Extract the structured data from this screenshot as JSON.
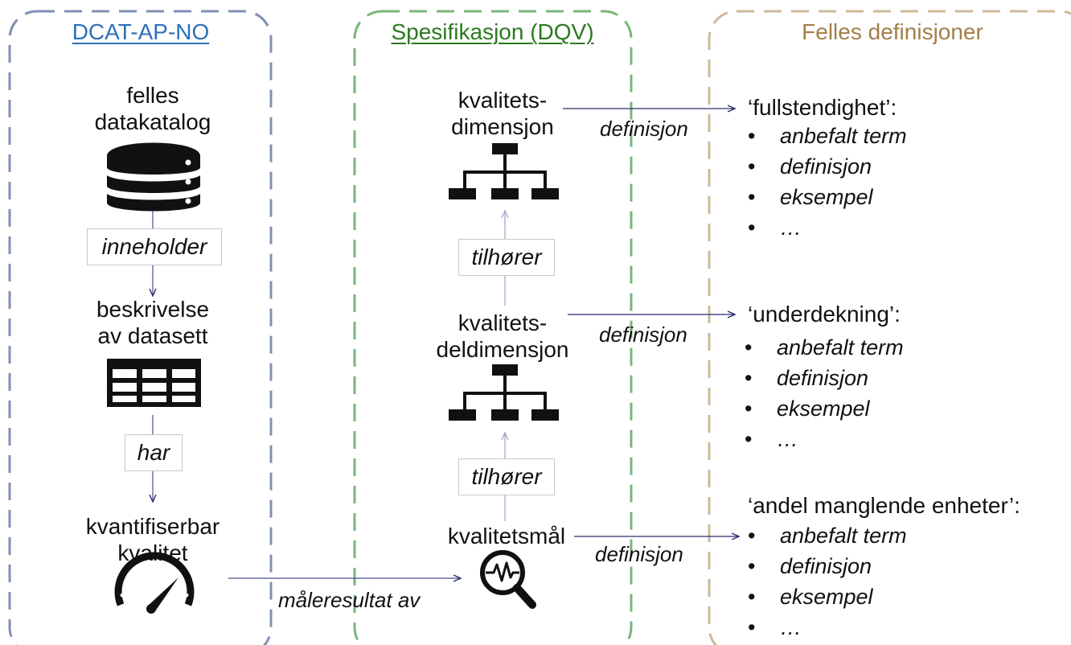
{
  "columns": {
    "dcat": {
      "title": "DCAT-AP-NO",
      "color": "#2e6fb7",
      "border": "#8090b4"
    },
    "spec": {
      "title": "Spesifikasjon (DQV)",
      "color": "#2b7a1f",
      "border": "#7ab57a"
    },
    "defs": {
      "title": "Felles definisjoner",
      "color": "#a37e48",
      "border": "#cdb99a"
    }
  },
  "dcat_nodes": {
    "catalog": {
      "line1": "felles",
      "line2": "datakatalog",
      "icon": "database-icon"
    },
    "dataset": {
      "line1": "beskrivelse",
      "line2": "av datasett",
      "icon": "table-icon"
    },
    "quality": {
      "line1": "kvantifiserbar",
      "line2": "kvalitet",
      "icon": "gauge-icon"
    }
  },
  "dcat_edges": {
    "contains": "inneholder",
    "has": "har"
  },
  "spec_nodes": {
    "dimension": {
      "line1": "kvalitets-",
      "line2": "dimensjon",
      "icon": "hierarchy-icon"
    },
    "subdimension": {
      "line1": "kvalitets-",
      "line2": "deldimensjon",
      "icon": "hierarchy-icon"
    },
    "measure": {
      "line1": "kvalitetsmål",
      "icon": "magnifier-waveform-icon"
    }
  },
  "spec_edges": {
    "belongs1": "tilhører",
    "belongs2": "tilhører"
  },
  "cross_edges": {
    "measurement_result": "måleresultat av",
    "definition1": "definisjon",
    "definition2": "definisjon",
    "definition3": "definisjon"
  },
  "definitions": [
    {
      "title": "‘fullstendighet’:",
      "items": [
        "anbefalt term",
        "definisjon",
        "eksempel",
        "…"
      ]
    },
    {
      "title": "‘underdekning’:",
      "items": [
        "anbefalt term",
        "definisjon",
        "eksempel",
        "…"
      ]
    },
    {
      "title": "‘andel manglende enheter’:",
      "items": [
        "anbefalt term",
        "definisjon",
        "eksempel",
        "…"
      ]
    }
  ]
}
